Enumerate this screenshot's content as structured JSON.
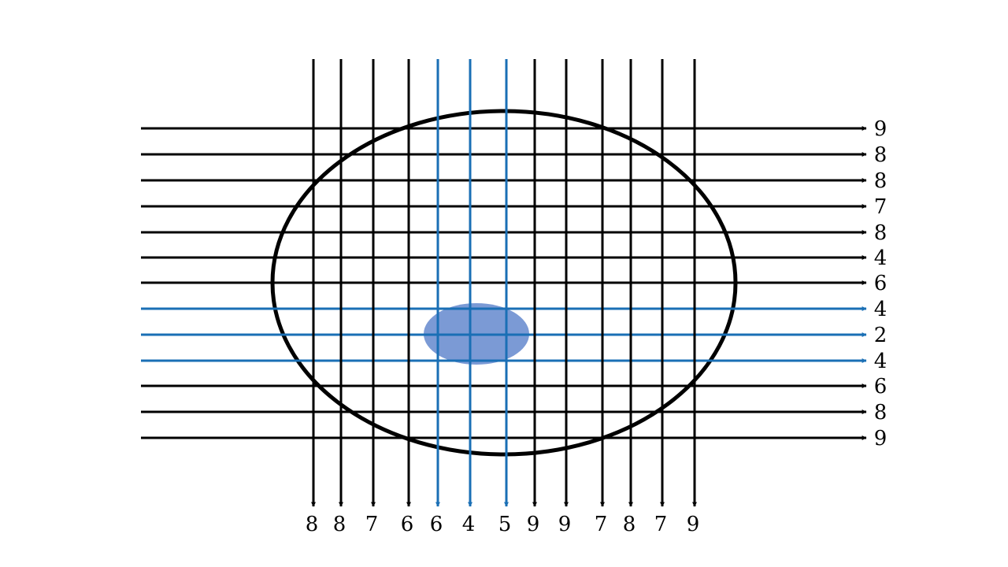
{
  "colors": {
    "background": "#ffffff",
    "ray": "#000000",
    "highlight_ray": "#1a6fb5",
    "outline": "#000000",
    "inclusion": "#7b9ad5"
  },
  "rows": [
    {
      "value": "9",
      "highlight": false
    },
    {
      "value": "8",
      "highlight": false
    },
    {
      "value": "8",
      "highlight": false
    },
    {
      "value": "7",
      "highlight": false
    },
    {
      "value": "8",
      "highlight": false
    },
    {
      "value": "4",
      "highlight": false
    },
    {
      "value": "6",
      "highlight": false
    },
    {
      "value": "4",
      "highlight": true
    },
    {
      "value": "2",
      "highlight": true
    },
    {
      "value": "4",
      "highlight": true
    },
    {
      "value": "6",
      "highlight": false
    },
    {
      "value": "8",
      "highlight": false
    },
    {
      "value": "9",
      "highlight": false
    }
  ],
  "columns": [
    {
      "value": "8",
      "highlight": false
    },
    {
      "value": "8",
      "highlight": false
    },
    {
      "value": "7",
      "highlight": false
    },
    {
      "value": "6",
      "highlight": false
    },
    {
      "value": "6",
      "highlight": true
    },
    {
      "value": "4",
      "highlight": true
    },
    {
      "value": "5",
      "highlight": true
    },
    {
      "value": "9",
      "highlight": false
    },
    {
      "value": "9",
      "highlight": false
    },
    {
      "value": "7",
      "highlight": false
    },
    {
      "value": "8",
      "highlight": false
    },
    {
      "value": "7",
      "highlight": false
    },
    {
      "value": "9",
      "highlight": false
    }
  ]
}
